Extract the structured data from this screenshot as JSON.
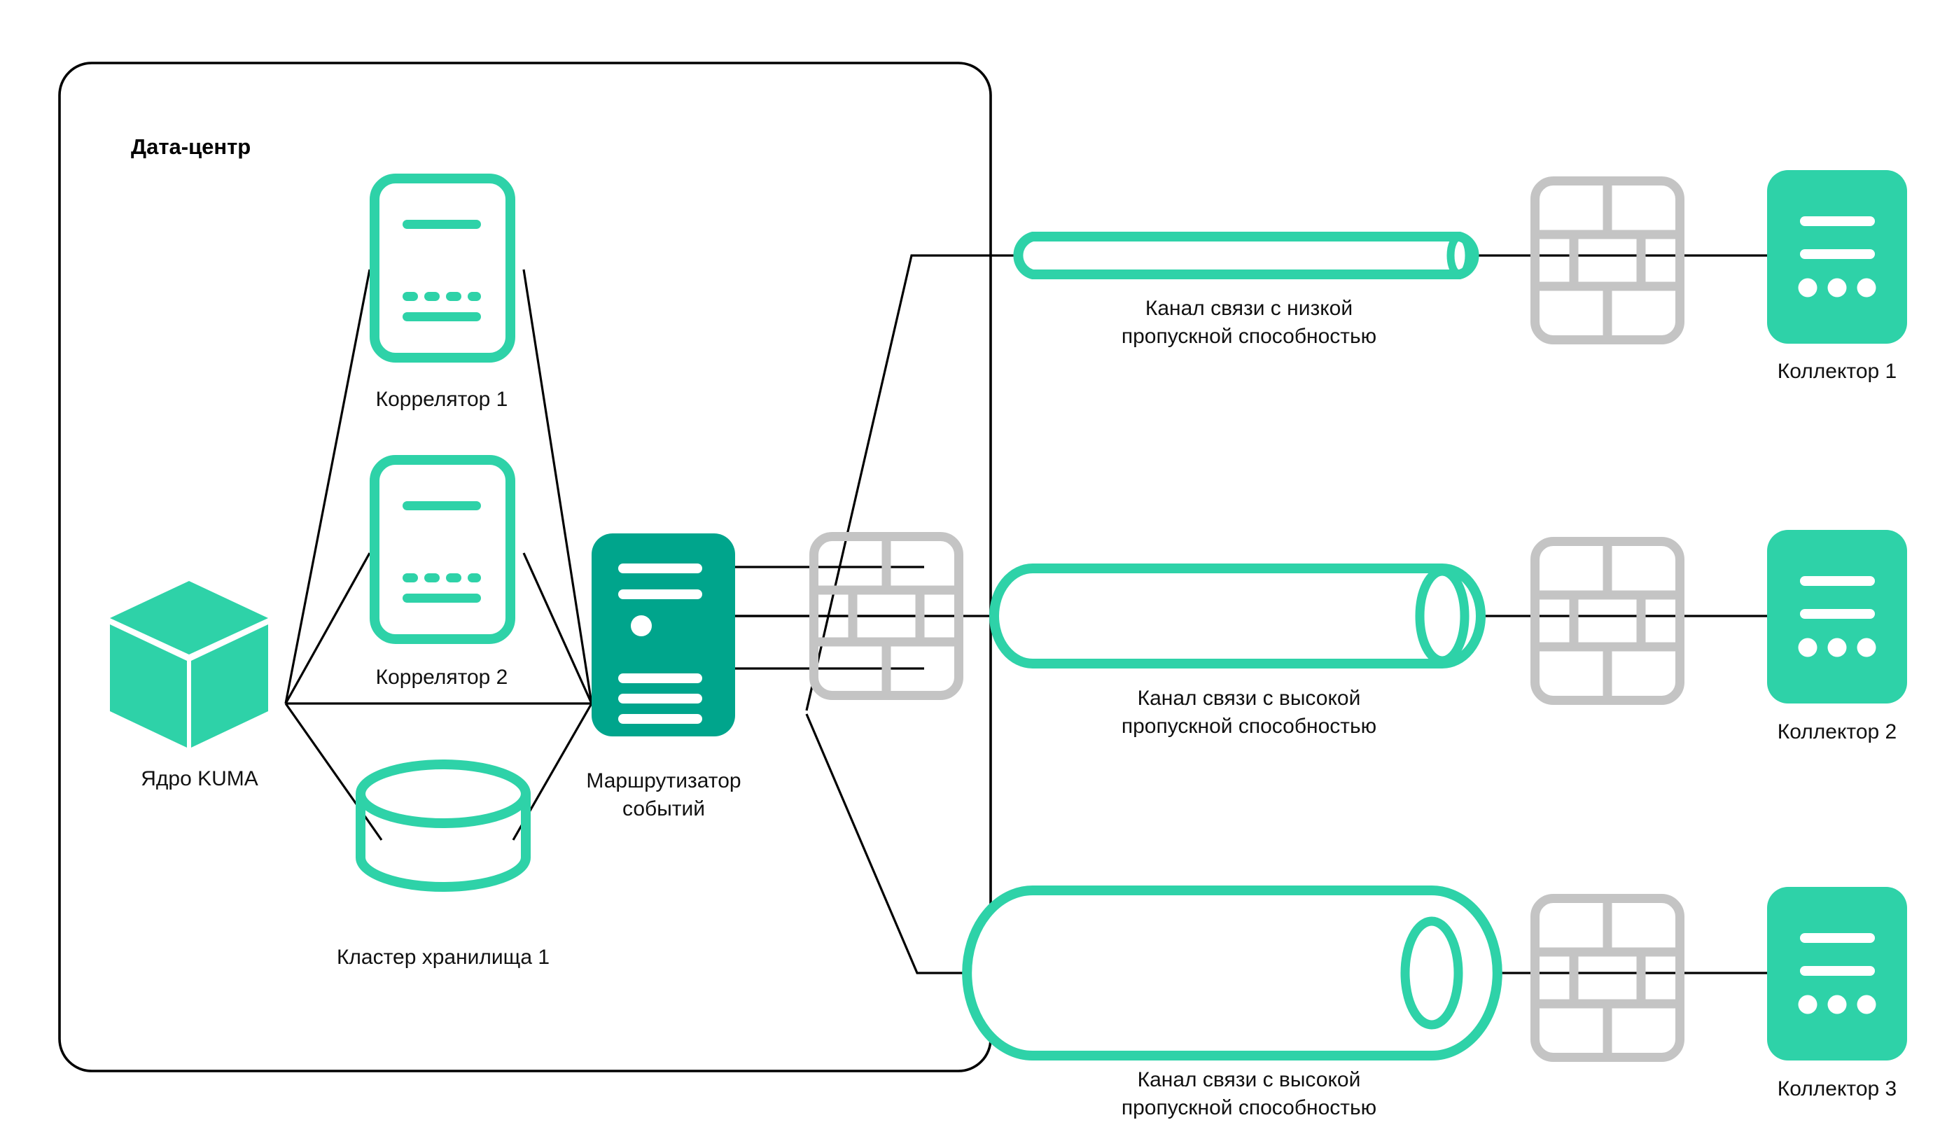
{
  "diagram": {
    "title_visible": false,
    "zone": {
      "label": "Дата-центр"
    },
    "colors": {
      "accent_light": "#2ED2A8",
      "accent_dark": "#00A58C",
      "firewall_gray": "#c4c4c4",
      "line_black": "#000000",
      "background": "#ffffff",
      "text": "#111111"
    },
    "nodes": [
      {
        "id": "kuma-core",
        "label": "Ядро KUMA",
        "icon": "cube-icon"
      },
      {
        "id": "correlator-1",
        "label": "Коррелятор 1",
        "icon": "server-outline-icon"
      },
      {
        "id": "correlator-2",
        "label": "Коррелятор 2",
        "icon": "server-outline-icon"
      },
      {
        "id": "storage-1",
        "label": "Кластер хранилища 1",
        "icon": "database-cylinder-icon"
      },
      {
        "id": "event-router",
        "label": "Маршрутизатор\nсобытий",
        "label_line1": "Маршрутизатор",
        "label_line2": "событий",
        "icon": "server-filled-icon"
      },
      {
        "id": "collector-1",
        "label": "Коллектор 1",
        "icon": "collector-icon"
      },
      {
        "id": "collector-2",
        "label": "Коллектор 2",
        "icon": "collector-icon"
      },
      {
        "id": "collector-3",
        "label": "Коллектор 3",
        "icon": "collector-icon"
      }
    ],
    "firewalls": [
      {
        "id": "firewall-dc-edge",
        "icon": "firewall-brick-icon"
      },
      {
        "id": "firewall-remote-1",
        "icon": "firewall-brick-icon"
      },
      {
        "id": "firewall-remote-2",
        "icon": "firewall-brick-icon"
      },
      {
        "id": "firewall-remote-3",
        "icon": "firewall-brick-icon"
      }
    ],
    "links": [
      {
        "id": "channel-low",
        "icon": "pipe-thin-icon",
        "bandwidth": "low",
        "label_line1": "Канал связи с низкой",
        "label_line2": "пропускной способностью"
      },
      {
        "id": "channel-high-1",
        "icon": "pipe-wide-icon",
        "bandwidth": "high",
        "label_line1": "Канал связи с высокой",
        "label_line2": "пропускной способностью"
      },
      {
        "id": "channel-high-2",
        "icon": "pipe-wide-icon",
        "bandwidth": "high",
        "label_line1": "Канал связи с высокой",
        "label_line2": "пропускной способностью"
      }
    ]
  }
}
